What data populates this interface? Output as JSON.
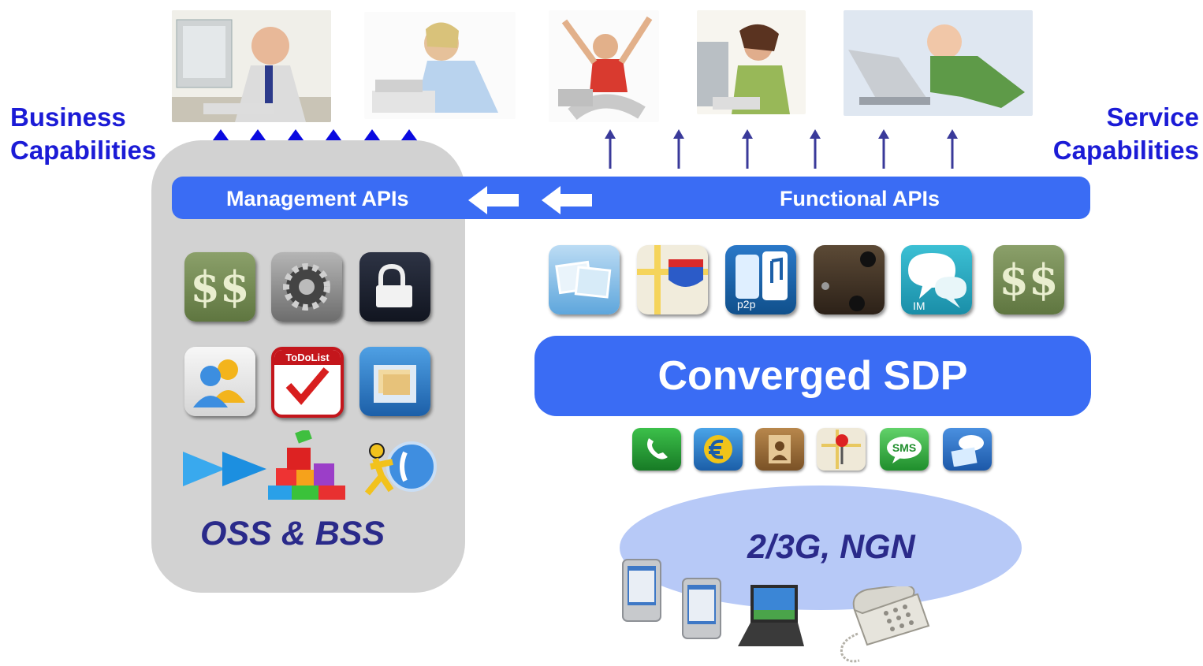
{
  "labels": {
    "business_capabilities": "Business\nCapabilities",
    "service_capabilities": "Service\nCapabilities",
    "management_apis": "Management APIs",
    "functional_apis": "Functional APIs",
    "converged_sdp": "Converged SDP",
    "oss_bss": "OSS & BSS",
    "network": "2/3G, NGN"
  },
  "icon_text": {
    "todolist": "ToDoList",
    "p2p": "p2p",
    "im": "IM",
    "sms": "SMS"
  },
  "colors": {
    "accent_blue": "#3a6cf4",
    "label_blue": "#1b1bd6",
    "panel_grey": "#d2d2d2",
    "network_ellipse": "#b7c9f7",
    "dark_navy": "#2a2a8a"
  },
  "users": [
    "businessman-at-computer",
    "woman-with-laptop",
    "man-cheering-with-laptop",
    "frustrated-woman-at-computer",
    "baby-with-laptop"
  ],
  "oss_icons": [
    "money-icon",
    "settings-gear-icon",
    "lock-icon",
    "contacts-icon",
    "todolist-icon",
    "file-cabinet-icon",
    "fast-forward-icon",
    "blocks-icon",
    "aim-phone-icon"
  ],
  "functional_icons": [
    "photos-icon",
    "maps-icon",
    "p2p-transfer-icon",
    "game-icon",
    "im-icon",
    "money-icon"
  ],
  "network_icons": [
    "phone-icon",
    "euro-icon",
    "address-book-icon",
    "location-pin-icon",
    "sms-icon",
    "mms-icon"
  ],
  "devices": [
    "pda-device-icon",
    "pda-device-icon",
    "laptop-device-icon",
    "desk-phone-icon"
  ]
}
